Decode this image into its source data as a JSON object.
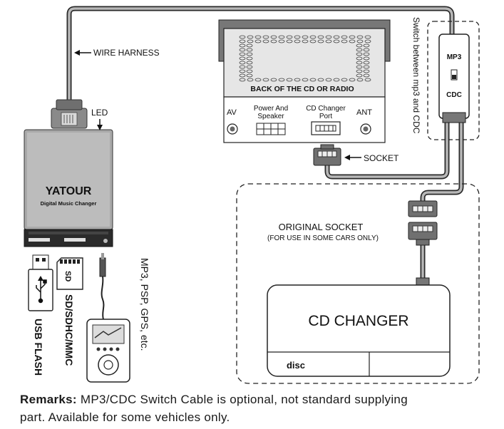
{
  "labels": {
    "wire_harness": "WIRE HARNESS",
    "led": "LED",
    "back_of_radio": "BACK OF THE CD OR RADIO",
    "av": "AV",
    "power_line1": "Power And",
    "power_line2": "Speaker",
    "cdc_port_line1": "CD Changer",
    "cdc_port_line2": "Port",
    "ant": "ANT",
    "socket": "SOCKET",
    "switch_text": "Switch between mp3 and CDC",
    "switch_mp3": "MP3",
    "switch_cdc": "CDC",
    "original_socket": "ORIGINAL SOCKET",
    "for_use": "(FOR USE IN SOME CARS ONLY)",
    "cd_changer": "CD CHANGER",
    "disc_logo": "disc",
    "brand": "YATOUR",
    "brand_sub": "Digital Music Changer",
    "usb_flash": "USB FLASH",
    "sd_mmc": "SD/SDHC/MMC",
    "mp3_psp": "MP3, PSP, GPS, etc.",
    "sd_card_logo": "SD"
  },
  "remarks": {
    "heading": "Remarks:",
    "line1": "MP3/CDC Switch Cable is optional, not standard supplying",
    "line2": "part. Available for some vehicles only."
  }
}
